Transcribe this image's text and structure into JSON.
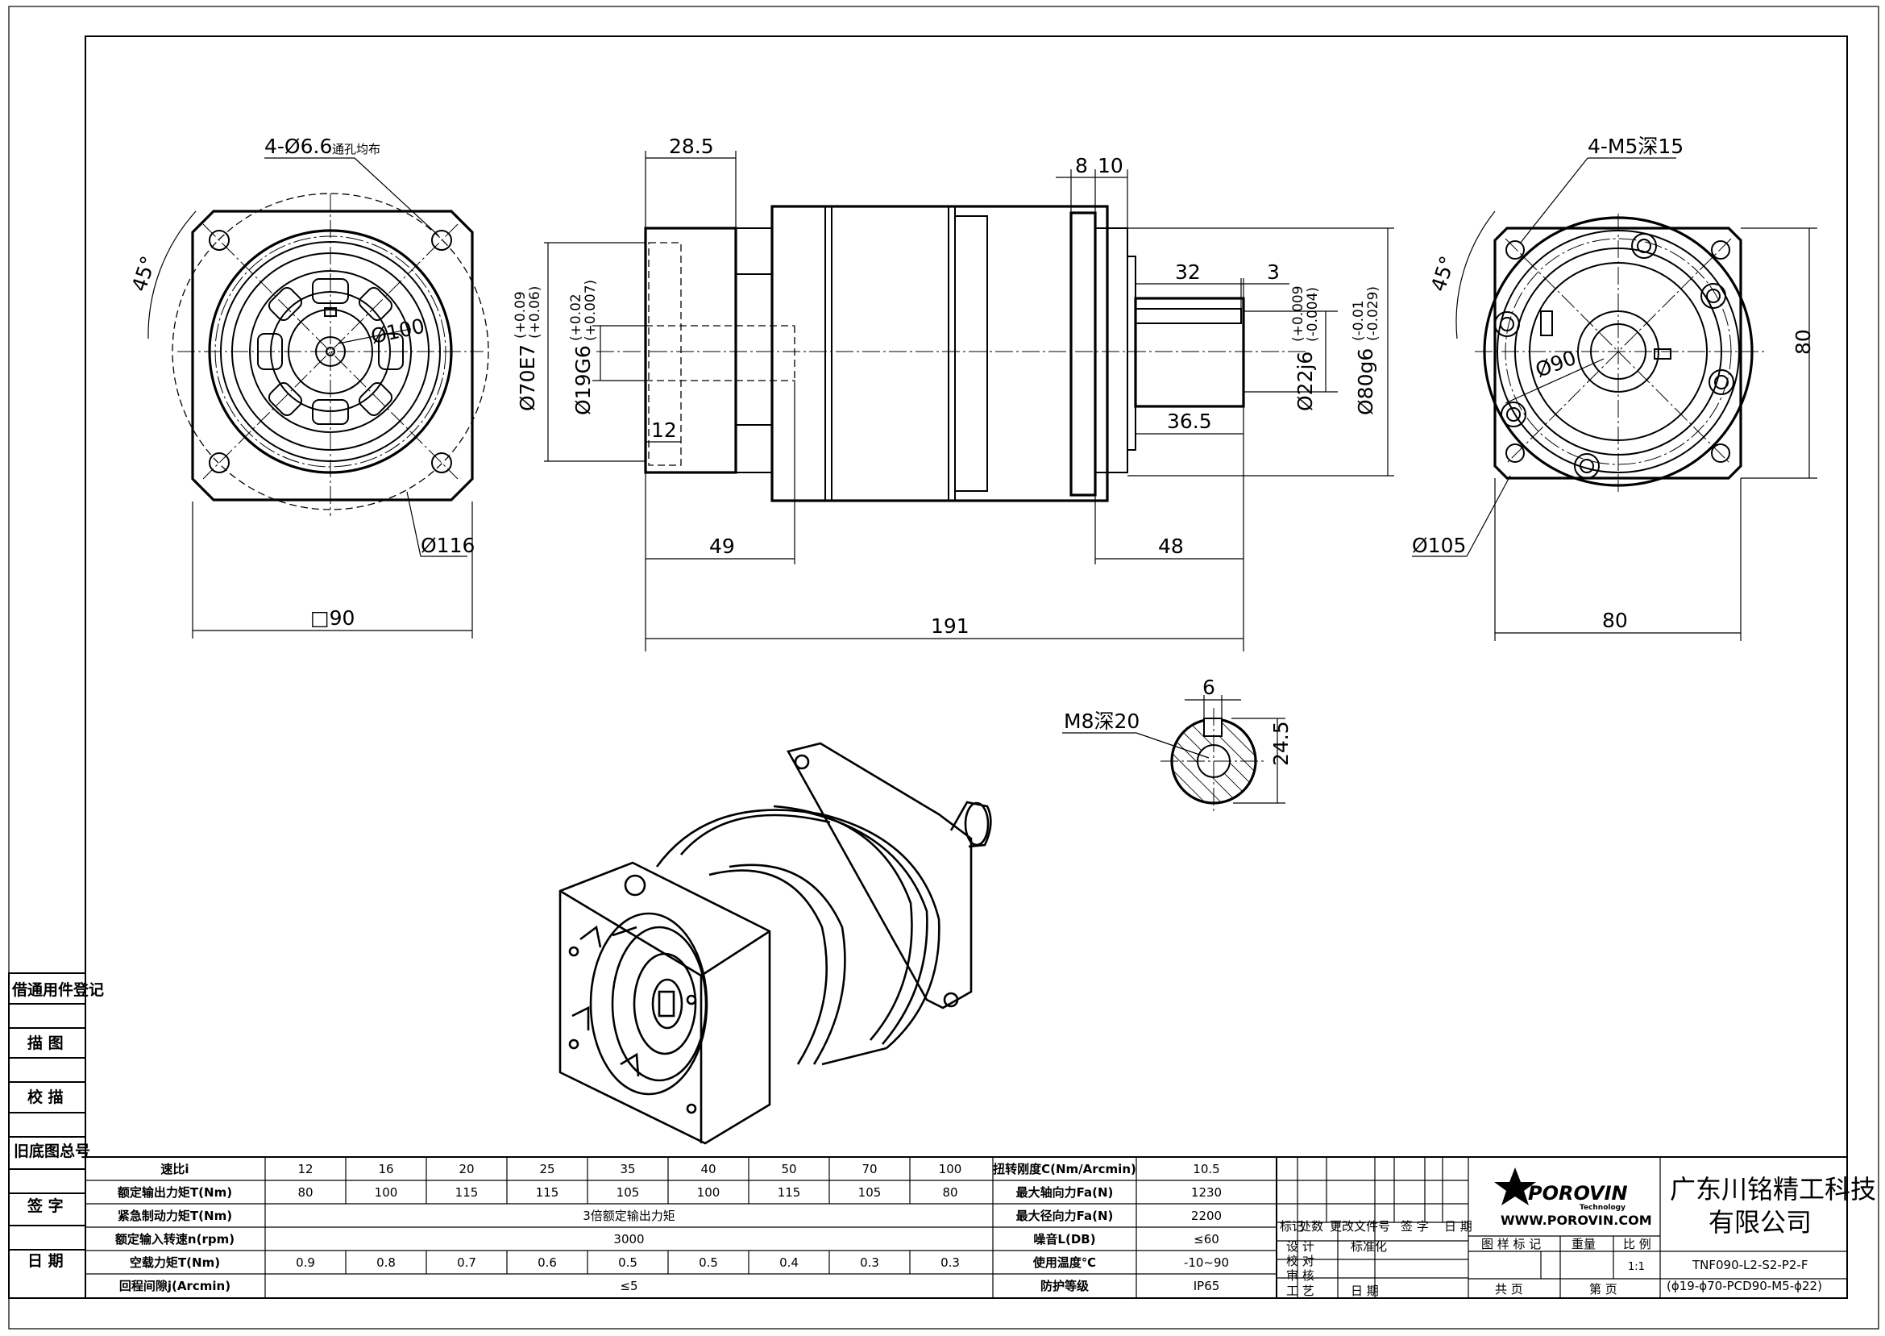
{
  "front_view": {
    "holes": "4-Ø6.6",
    "holes_note": "通孔均布",
    "angle": "45°",
    "pcd": "Ø100",
    "flange_dia": "Ø116",
    "square": "□90"
  },
  "side_view": {
    "input_len": "28.5",
    "flange_thk": "8",
    "collar": "10",
    "key_len": "32",
    "key_offset": "3",
    "dim_12": "12",
    "shaft_len": "36.5",
    "input_depth": "49",
    "output_len": "48",
    "total_len": "191",
    "pilot_input": "Ø70E7",
    "pilot_input_tol_up": "(+0.09",
    "pilot_input_tol_low": "(+0.06)",
    "bore": "Ø19G6",
    "bore_tol_up": "(+0.02",
    "bore_tol_low": "(+0.007)",
    "shaft": "Ø22j6",
    "shaft_tol_up": "(+0.009",
    "shaft_tol_low": "(-0.004)",
    "pilot_output": "Ø80g6",
    "pilot_output_tol_up": "(-0.01",
    "pilot_output_tol_low": "(-0.029)"
  },
  "output_view": {
    "threads": "4-M5深15",
    "angle": "45°",
    "pcd": "Ø90",
    "flange_dia": "Ø105",
    "height": "80",
    "width": "80"
  },
  "key_section": {
    "width": "6",
    "thread": "M8深20",
    "height": "24.5"
  },
  "spec_table": {
    "rows": [
      {
        "label": "速比i",
        "values": [
          "12",
          "16",
          "20",
          "25",
          "35",
          "40",
          "50",
          "70",
          "100"
        ],
        "right_label": "扭转刚度C(Nm/Arcmin)",
        "right_value": "10.5"
      },
      {
        "label": "额定输出力矩T(Nm)",
        "values": [
          "80",
          "100",
          "115",
          "115",
          "105",
          "100",
          "115",
          "105",
          "80"
        ],
        "right_label": "最大轴向力Fa(N)",
        "right_value": "1230"
      },
      {
        "label": "紧急制动力矩T(Nm)",
        "span": "3倍额定输出力矩",
        "right_label": "最大径向力Fa(N)",
        "right_value": "2200"
      },
      {
        "label": "额定输入转速n(rpm)",
        "span": "3000",
        "right_label": "噪音L(DB)",
        "right_value": "≤60"
      },
      {
        "label": "空载力矩T(Nm)",
        "values": [
          "0.9",
          "0.8",
          "0.7",
          "0.6",
          "0.5",
          "0.5",
          "0.4",
          "0.3",
          "0.3"
        ],
        "right_label": "使用温度℃",
        "right_value": "-10~90"
      },
      {
        "label": "回程间隙j(Arcmin)",
        "span": "≤5",
        "right_label": "防护等级",
        "right_value": "IP65"
      }
    ]
  },
  "left_strip": [
    "借通用件登记",
    "描 图",
    "校 描",
    "旧底图总号",
    "签 字",
    "日 期"
  ],
  "title_block": {
    "hdr_mark": "标记",
    "hdr_count": "处数",
    "hdr_docno": "更改文件号",
    "hdr_sign": "签 字",
    "hdr_date": "日 期",
    "design": "设 计",
    "check": "校 对",
    "review": "审 核",
    "process": "工 艺",
    "standard": "标准化",
    "date": "日 期",
    "logo_text": "POROVIN",
    "logo_sub": "Technology",
    "website": "WWW.POROVIN.COM",
    "stage_mark": "图 样 标 记",
    "weight": "重量",
    "scale_label": "比 例",
    "scale": "1:1",
    "total_sheets": "共   页",
    "sheet_no": "第   页",
    "company_line1": "广东川铭精工科技",
    "company_line2": "有限公司",
    "model_line1": "TNF090-L2-S2-P2-F",
    "model_line2": "(ɸ19-ɸ70-PCD90-M5-ɸ22)"
  }
}
